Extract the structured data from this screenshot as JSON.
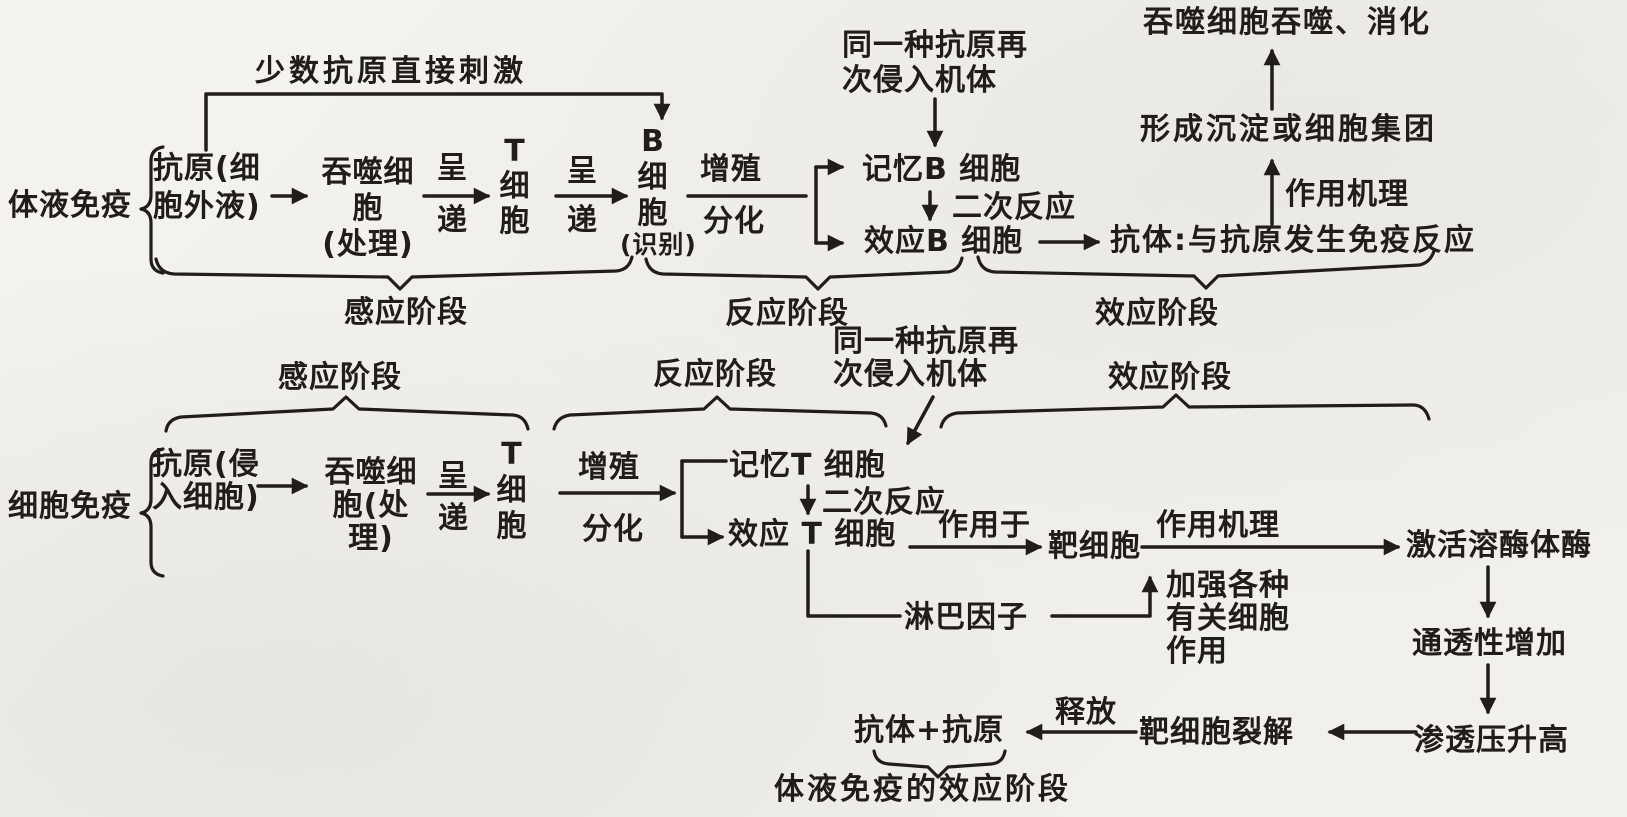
{
  "colors": {
    "ink": "#211d18",
    "paper": "#f2f1ed"
  },
  "humoral": {
    "row_label": "体液免疫",
    "direct_stimulus": "少数抗原直接刺激",
    "antigen": "抗原(细\n胞外液)",
    "phagocyte": "吞噬细胞\n(处理)",
    "present1_top": "呈",
    "present1_bottom": "递",
    "t_cell": "T细胞",
    "present2_top": "呈",
    "present2_bottom": "递",
    "b_cell": "B细胞",
    "b_cell_note": "(识别)",
    "proliferate": "增殖",
    "differentiate": "分化",
    "memory_b": "记忆B 细胞",
    "secondary_response": "二次反应",
    "effector_b": "效应B 细胞",
    "antibody": "抗体:与抗原发生免疫反应",
    "antigen_reinvade": "同一种抗原再\n次侵入机体",
    "mechanism": "作用机理",
    "precipitate": "形成沉淀或细胞集团",
    "phagocytose_digest": "吞噬细胞吞噬、消化",
    "stages": {
      "induction": "感应阶段",
      "reaction": "反应阶段",
      "effect": "效应阶段"
    }
  },
  "cellular": {
    "row_label": "细胞免疫",
    "stages": {
      "induction": "感应阶段",
      "reaction": "反应阶段",
      "effect": "效应阶段"
    },
    "antigen": "抗原(侵\n入细胞)",
    "phagocyte": "吞噬细\n胞(处理)",
    "present_top": "呈",
    "present_bottom": "递",
    "t_cell": "T细胞",
    "proliferate": "增殖",
    "differentiate": "分化",
    "memory_t": "记忆T 细胞",
    "secondary_response": "二次反应",
    "effector_t": "效应 T 细胞",
    "antigen_reinvade": "同一种抗原再\n次侵入机体",
    "act_on": "作用于",
    "target_cell": "靶细胞",
    "mechanism": "作用机理",
    "lymphokine": "淋巴因子",
    "strengthen": "加强各种\n有关细胞\n作用",
    "activate_lysosome": "激活溶酶体酶",
    "permeability": "通透性增加",
    "osmotic": "渗透压升高",
    "lysis": "靶细胞裂解",
    "release": "释放",
    "antibody_antigen": "抗体+抗原",
    "humoral_effect_stage": "体液免疫的效应阶段"
  }
}
